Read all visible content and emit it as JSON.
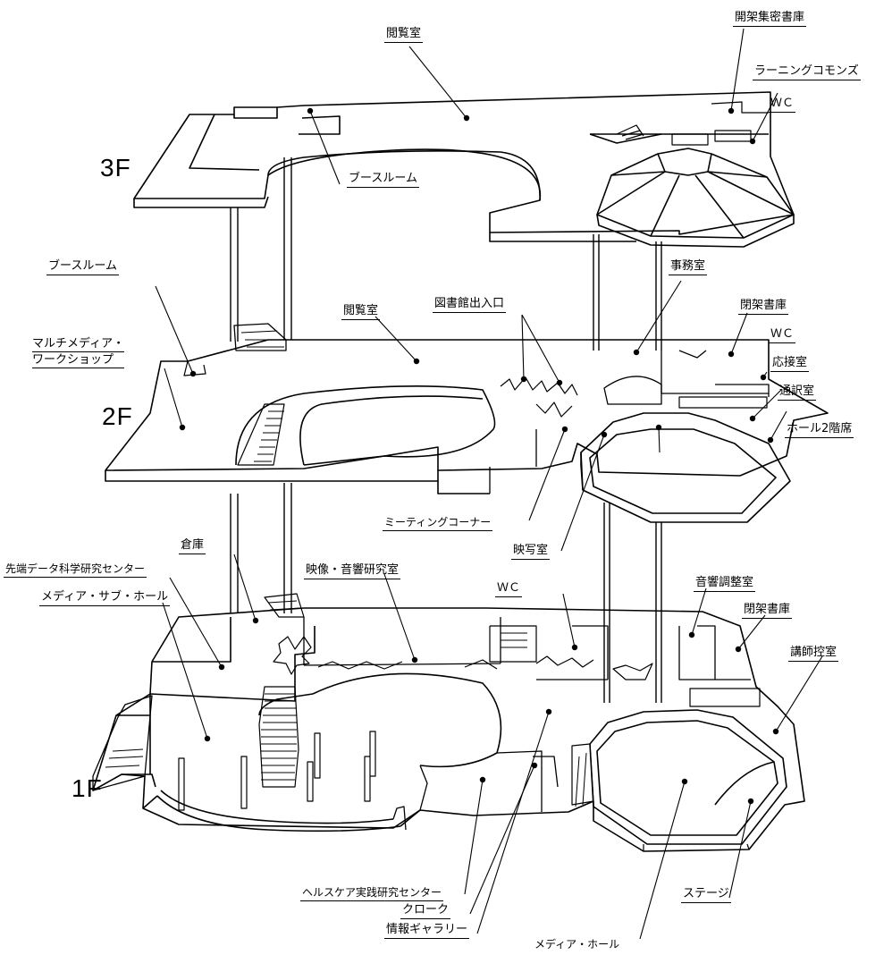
{
  "floors": {
    "f3": "3F",
    "f2": "2F",
    "f1": "1F"
  },
  "labels3f": {
    "etsuranshitsu": "閲覧室",
    "kaika_shumitsu": "開架集密書庫",
    "learning_commons": "ラーニングコモンズ",
    "wc": "ＷＣ",
    "booth_room": "ブースルーム"
  },
  "labels2f": {
    "booth_room": "ブースルーム",
    "multimedia_1": "マルチメディア・",
    "multimedia_2": "ワークショップ",
    "etsuranshitsu": "閲覧室",
    "library_entrance": "図書館出入口",
    "jimushitsu": "事務室",
    "heika_shoko": "閉架書庫",
    "wc": "ＷＣ",
    "osetsushitsu": "応接室",
    "tsuyakushitsu": "通訳室",
    "hall_2f_seats": "ホール2階席",
    "meeting_corner": "ミーティングコーナー",
    "eishashitsu": "映写室"
  },
  "labels1f": {
    "soko": "倉庫",
    "data_science_center": "先端データ科学研究センター",
    "media_sub_hall": "メディア・サブ・ホール",
    "eizo_onkyo": "映像・音響研究室",
    "wc": "ＷＣ",
    "onkyo_chosei": "音響調整室",
    "heika_shoko": "閉架書庫",
    "koshi_hikae": "講師控室",
    "healthcare_center": "ヘルスケア実践研究センター",
    "cloak": "クローク",
    "info_gallery": "情報ギャラリー",
    "stage": "ステージ",
    "media_hall": "メディア・ホール"
  }
}
